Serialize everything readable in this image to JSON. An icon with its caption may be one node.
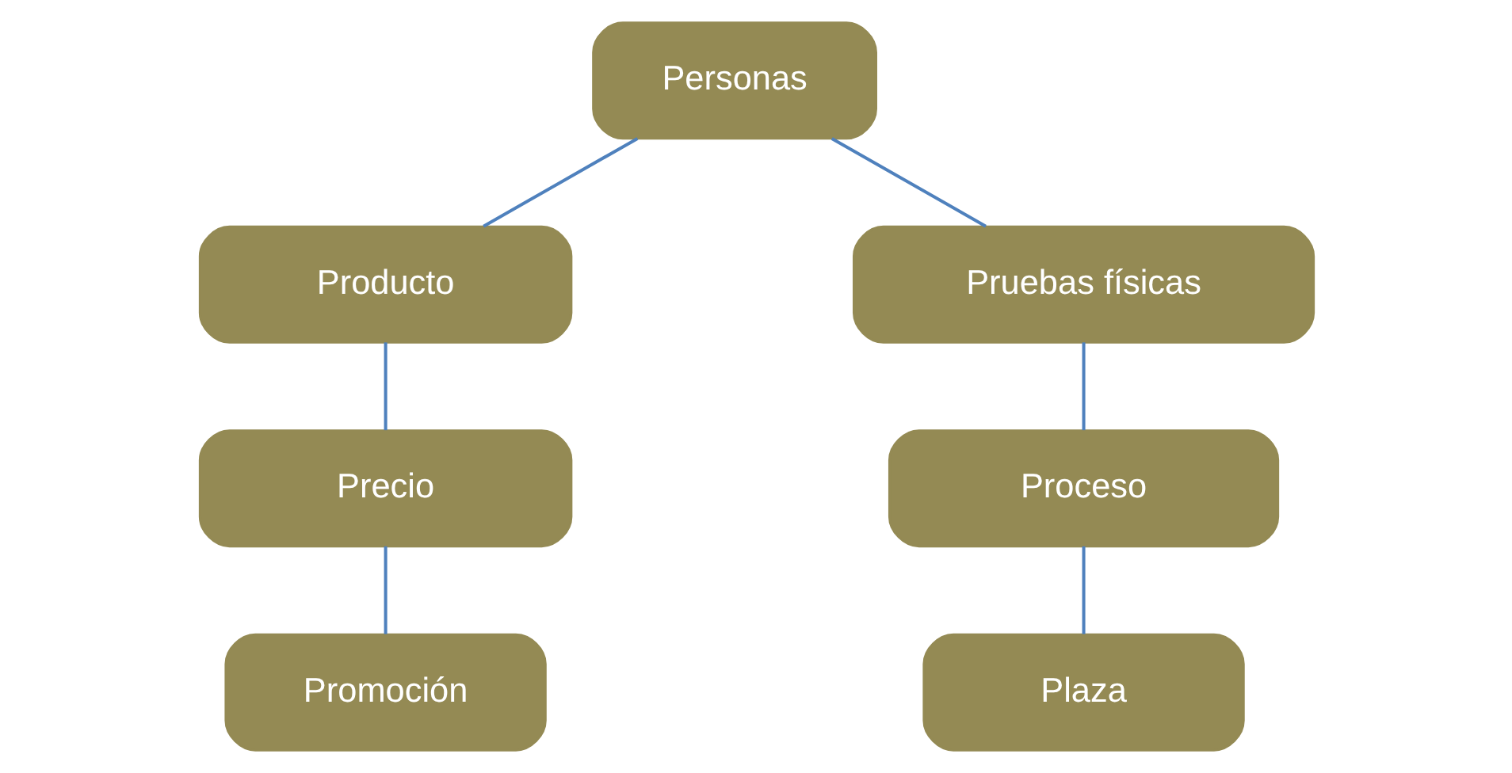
{
  "diagram": {
    "nodes": [
      {
        "text": [
          "Personas"
        ]
      },
      {
        "text": [
          "Producto"
        ]
      },
      {
        "text": [
          "Precio"
        ]
      },
      {
        "text": [
          "Promoción"
        ]
      },
      {
        "text": [
          "Plaza"
        ]
      },
      {
        "text": [
          "Proceso"
        ]
      },
      {
        "text": [
          "Pruebas físicas"
        ]
      }
    ],
    "edges": [
      {
        "from": 0,
        "to": 1,
        "arrow": "none"
      },
      {
        "from": 1,
        "to": 2,
        "arrow": "none"
      },
      {
        "from": 2,
        "to": 3,
        "arrow": "none"
      },
      {
        "from": 4,
        "to": 5,
        "arrow": "none"
      },
      {
        "from": 5,
        "to": 6,
        "arrow": "none"
      },
      {
        "from": 6,
        "to": 0,
        "arrow": "none"
      }
    ]
  }
}
